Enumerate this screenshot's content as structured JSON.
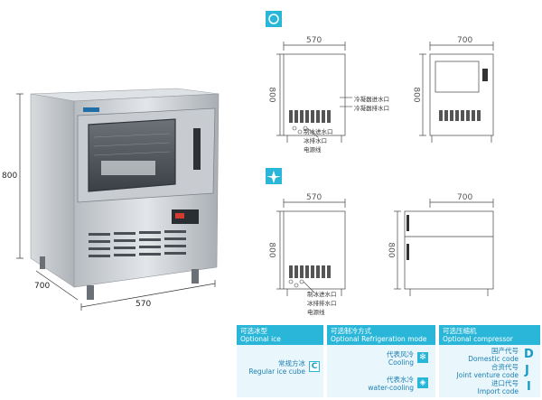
{
  "product": {
    "dim_height": "800",
    "dim_depth": "700",
    "dim_width": "570"
  },
  "drawings": {
    "top_front_width": "570",
    "top_front_height": "800",
    "top_side_width": "700",
    "top_side_height": "800",
    "top_labels": [
      "冷凝器进水口",
      "冷凝器排水口",
      "制冰进水口",
      "冰排水口",
      "电源线"
    ],
    "bottom_front_width": "570",
    "bottom_front_height": "800",
    "bottom_side_width": "700",
    "bottom_side_height": "800",
    "bottom_labels": [
      "制冰进水口",
      "冰排排水口",
      "电源线"
    ]
  },
  "options": {
    "ice": {
      "title_cn": "可选冰型",
      "title_en": "Optional ice",
      "item_cn": "常规方冰",
      "item_en": "Regular ice cube",
      "badge": "C"
    },
    "refrigeration": {
      "title_cn": "可选制冷方式",
      "title_en": "Optional Refrigeration mode",
      "item1_cn": "代表风冷",
      "item1_en": "Cooling",
      "item2_cn": "代表水冷",
      "item2_en": "water-cooling"
    },
    "compressor": {
      "title_cn": "可选压缩机",
      "title_en": "Optional compressor",
      "item1_cn": "国产代号",
      "item1_en": "Domestic code",
      "item1_code": "D",
      "item2_cn": "合资代号",
      "item2_en": "Joint venture code",
      "item2_code": "J",
      "item3_cn": "进口代号",
      "item3_en": "Import code",
      "item3_code": "I"
    }
  },
  "colors": {
    "accent": "#29b6d8",
    "panel_bg": "#e9f6fb",
    "steel": "#c9cdd1"
  }
}
